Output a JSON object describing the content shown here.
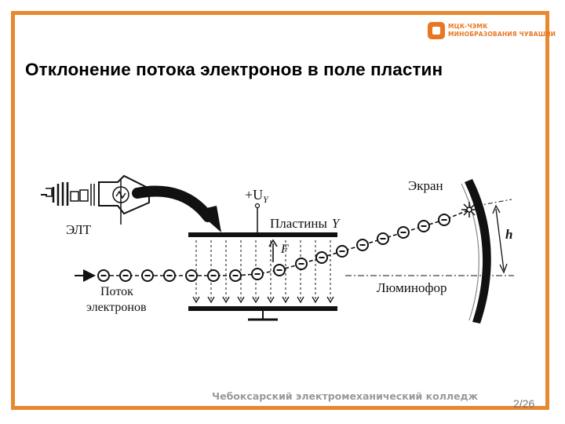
{
  "slide": {
    "title": "Отклонение потока электронов в поле пластин",
    "footer": "Чебоксарский электромеханический колледж",
    "page": "2/26"
  },
  "logo": {
    "line1": "МЦК-ЧЭМК",
    "line2": "МИНОБРАЗОВАНИЯ ЧУВАШИИ",
    "color": "#e87722"
  },
  "frame": {
    "color": "#e9892f"
  },
  "diagram": {
    "crt_label": "ЭЛТ",
    "voltage_label": "+U",
    "voltage_subscript": "Y",
    "plates_label": "Пластины",
    "plates_axis": "Y",
    "force_label": "F",
    "screen_label": "Экран",
    "deflection_label": "h",
    "phosphor_label": "Люминофор",
    "stream_label_1": "Поток",
    "stream_label_2": "электронов",
    "electron_symbol": "−"
  }
}
